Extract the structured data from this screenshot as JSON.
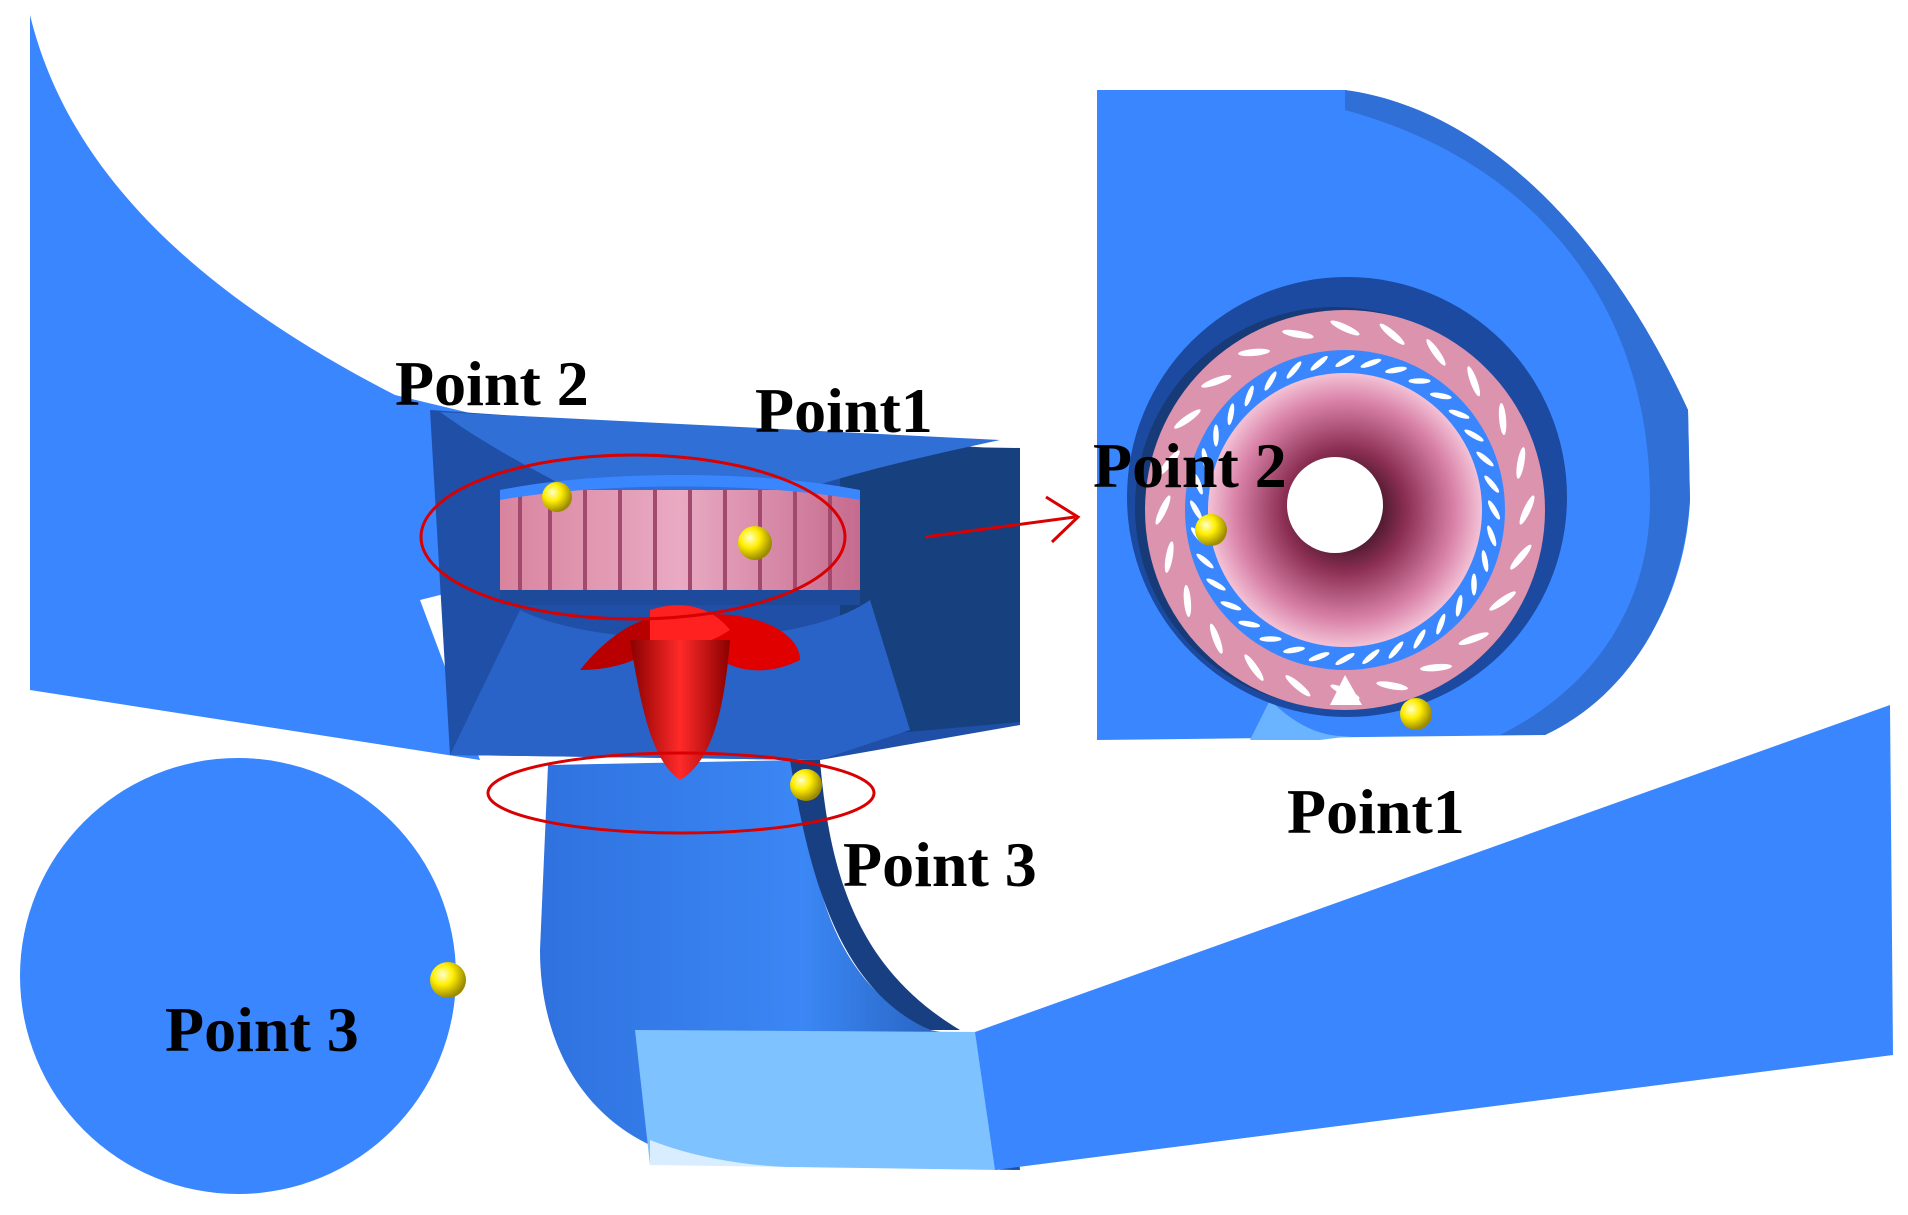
{
  "labels": {
    "point1": "Point1",
    "point2": "Point 2",
    "point3": "Point 3"
  },
  "colors": {
    "background": "#ffffff",
    "fluid_blue": "#3a86ff",
    "fluid_blue_mid": "#2a63c7",
    "fluid_blue_dark": "#173f82",
    "fluid_blue_light": "#7ec3ff",
    "vane_pink": "#c7638c",
    "vane_pink_light": "#e3a5bd",
    "runner_red": "#d40000",
    "annotation_red": "#d80000",
    "monitor_point_yellow": "#ffee00"
  },
  "legend": []
}
